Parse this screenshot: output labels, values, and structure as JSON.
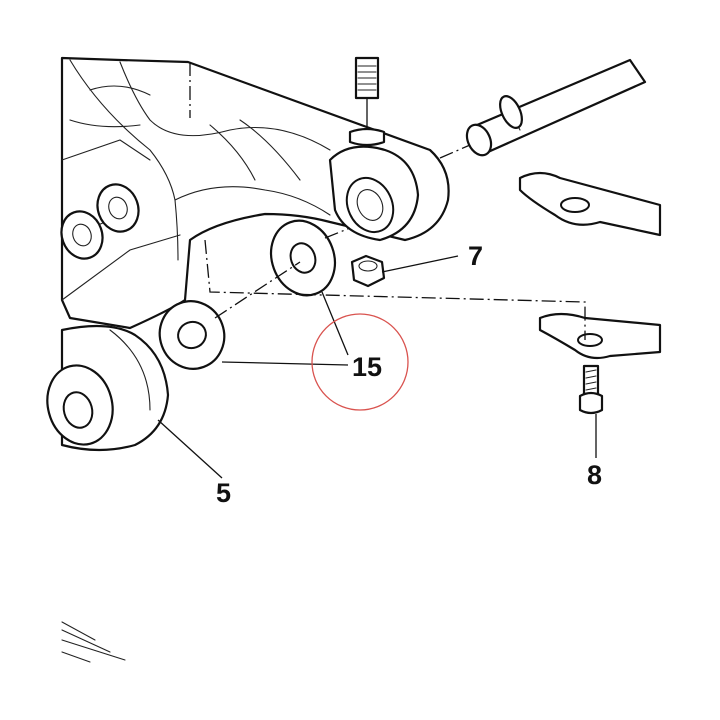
{
  "callouts": {
    "part_7": "7",
    "part_15": "15",
    "part_5": "5",
    "part_8": "8"
  },
  "highlight": {
    "target": "15",
    "color": "#d9534f"
  },
  "colors": {
    "line": "#111111",
    "background": "#ffffff"
  }
}
